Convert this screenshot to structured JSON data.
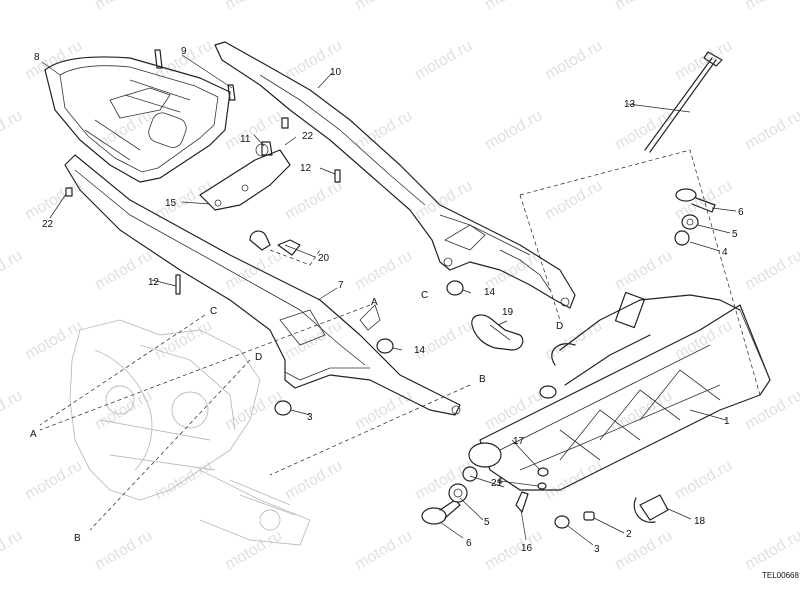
{
  "watermark": {
    "text": "motod.ru"
  },
  "diagram_code": "TEL00668",
  "part_callouts": [
    "1",
    "2",
    "3",
    "4",
    "5",
    "6",
    "7",
    "8",
    "9",
    "10",
    "11",
    "12",
    "13",
    "14",
    "15",
    "16",
    "17",
    "18",
    "19",
    "20",
    "21",
    "22"
  ],
  "reference_letters": [
    "A",
    "B",
    "C",
    "D"
  ]
}
